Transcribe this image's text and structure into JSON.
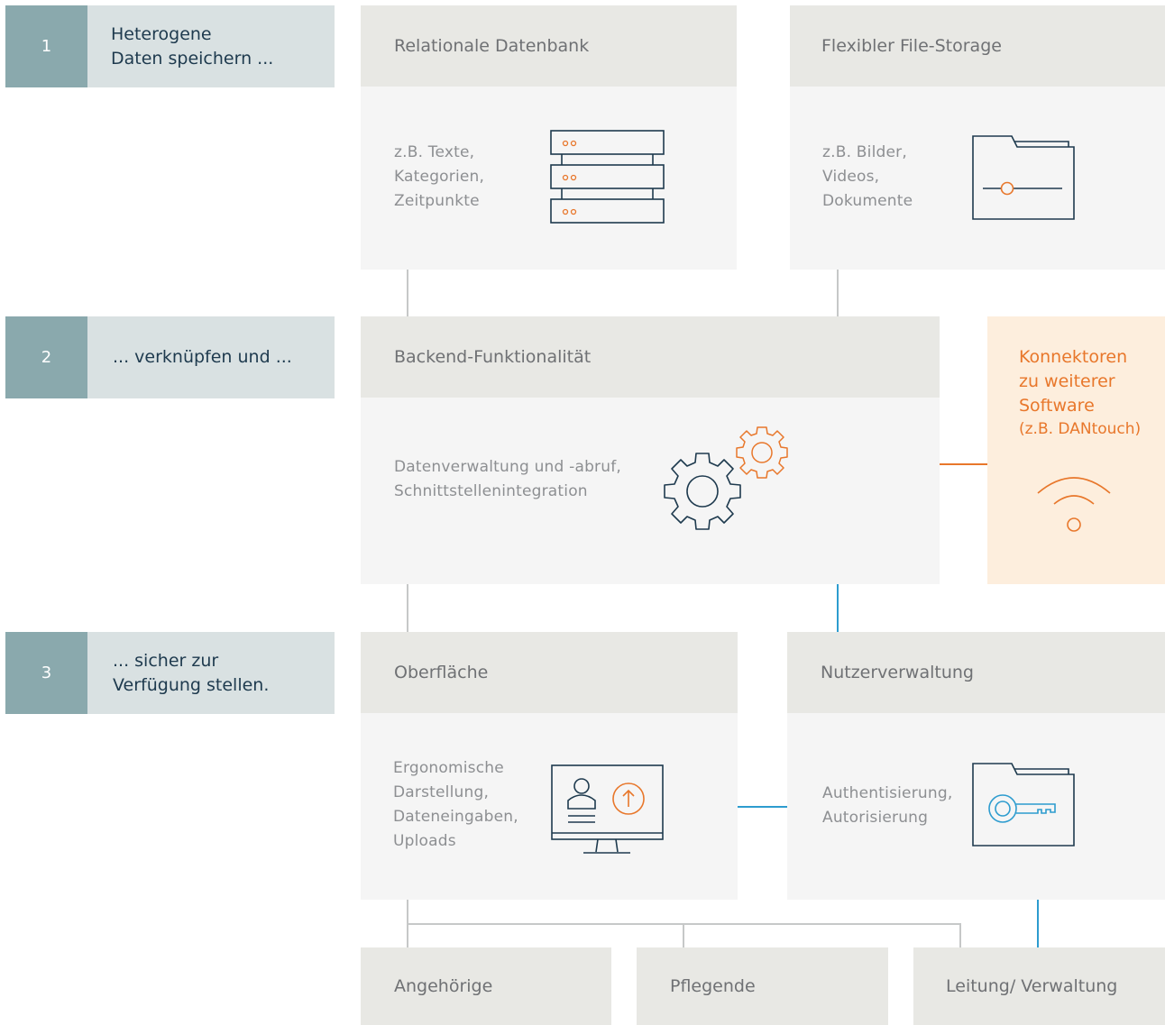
{
  "steps": [
    {
      "number": "1",
      "text": "Heterogene\nDaten speichern ..."
    },
    {
      "number": "2",
      "text": "... verknüpfen und ..."
    },
    {
      "number": "3",
      "text": "... sicher zur\nVerfügung stellen."
    }
  ],
  "boxes": {
    "db": {
      "title": "Relationale Datenbank",
      "desc": "z.B. Texte,\nKategorien,\nZeitpunkte",
      "icon": "database-server-icon"
    },
    "files": {
      "title": "Flexibler File-Storage",
      "desc": "z.B. Bilder,\nVideos,\nDokumente",
      "icon": "folder-icon"
    },
    "backend": {
      "title": "Backend-Funktionalität",
      "desc": "Datenverwaltung  und -abruf,\nSchnittstellenintegration",
      "icon": "gears-icon"
    },
    "ui": {
      "title": "Oberfläche",
      "desc": "Ergonomische\nDarstellung,\nDateneingaben,\nUploads",
      "icon": "monitor-upload-icon"
    },
    "users": {
      "title": "Nutzerverwaltung",
      "desc": "Authentisierung,\nAutorisierung",
      "icon": "folder-key-icon"
    }
  },
  "connector": {
    "title": "Konnektoren\nzu weiterer\nSoftware",
    "subtitle": "(z.B. DANtouch)",
    "icon": "wifi-icon"
  },
  "audiences": [
    "Angehörige",
    "Pflegende",
    "Leitung/ Verwaltung"
  ],
  "colors": {
    "step_number_bg": "#8aa9ad",
    "step_text_bg": "#d9e1e2",
    "step_text": "#1e3a4e",
    "box_header_bg": "#e8e8e4",
    "box_body_bg": "#f5f5f5",
    "accent_orange": "#e8772b",
    "accent_blue": "#2d9ccf",
    "connector_bg": "#fdeedd",
    "icon_navy": "#1e3a4e"
  }
}
